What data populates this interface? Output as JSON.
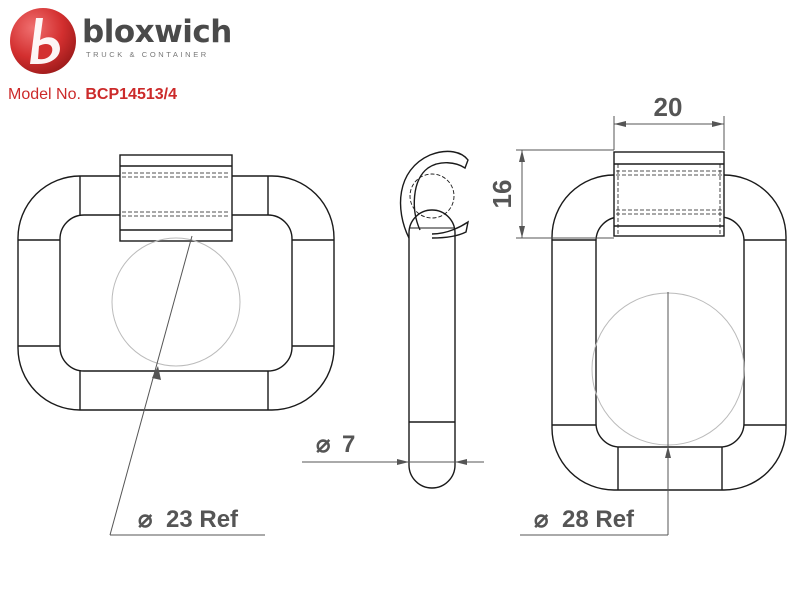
{
  "logo": {
    "brand": "bloxwich",
    "tagline": "TRUCK & CONTAINER",
    "mark_color": "#cc2a2a"
  },
  "model": {
    "label": "Model No.",
    "number": "BCP14513/4"
  },
  "dimensions": {
    "width": "20",
    "height": "16",
    "bar_diameter": "7",
    "ref_left": "23 Ref",
    "ref_right": "28 Ref",
    "diameter_symbol": "⌀"
  },
  "colors": {
    "line": "#1a1a1a",
    "dim_line": "#555555",
    "ref_circle": "#bbbbbb",
    "accent": "#cc2a2a"
  }
}
